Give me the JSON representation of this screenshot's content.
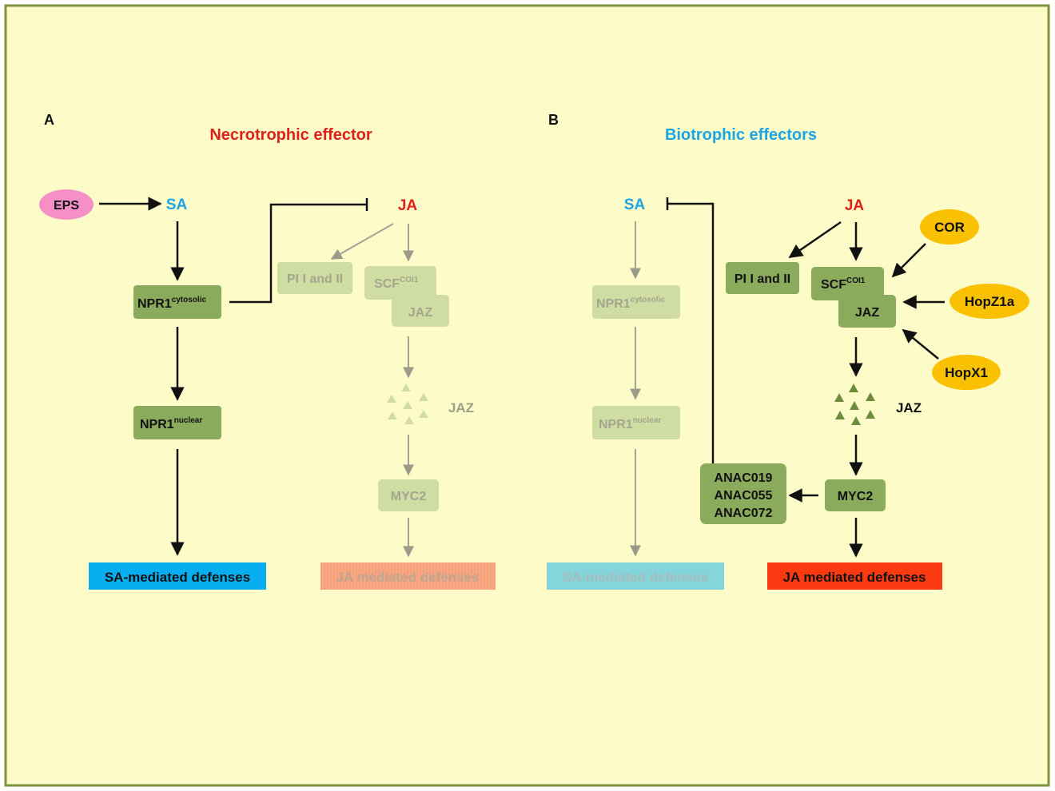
{
  "colors": {
    "background": "#fdfcc8",
    "frame": "#7c9340",
    "green_box": "#8aab5c",
    "faded_green_box": "#cfdca2",
    "faded_text": "#9b9f86",
    "red_label": "#e0201a",
    "blue_label": "#1ba4e6",
    "eps": "#f58fc6",
    "effector_orange": "#f9c100",
    "sa_defense": "#06aeef",
    "ja_defense": "#fb3a12",
    "sa_defense_faded": "#7fd4d8",
    "ja_defense_faded": "#f7a882"
  },
  "panelA": {
    "letter": "A",
    "title": "Necrotrophic effector",
    "eps": "EPS",
    "sa": "SA",
    "ja": "JA",
    "npr1_cyto": {
      "base": "NPR1",
      "sup": "cytosolic"
    },
    "npr1_nuc": {
      "base": "NPR1",
      "sup": "nuclear"
    },
    "pi": "PI I and II",
    "scf": {
      "base": "SCF",
      "sup": "COI1"
    },
    "jaz_box": "JAZ",
    "jaz_label": "JAZ",
    "myc2": "MYC2",
    "sa_def": "SA-mediated defenses",
    "ja_def": "JA mediated defenses"
  },
  "panelB": {
    "letter": "B",
    "title": "Biotrophic effectors",
    "sa": "SA",
    "ja": "JA",
    "npr1_cyto": {
      "base": "NPR1",
      "sup": "cytosolic"
    },
    "npr1_nuc": {
      "base": "NPR1",
      "sup": "nuclear"
    },
    "pi": "PI I and II",
    "scf": {
      "base": "SCF",
      "sup": "COI1"
    },
    "jaz_box": "JAZ",
    "jaz_label": "JAZ",
    "myc2": "MYC2",
    "anac": [
      "ANAC019",
      "ANAC055",
      "ANAC072"
    ],
    "cor": "COR",
    "hopz1a": "HopZ1a",
    "hopx1": "HopX1",
    "sa_def": "SA-mediated defenses",
    "ja_def": "JA mediated defenses"
  }
}
